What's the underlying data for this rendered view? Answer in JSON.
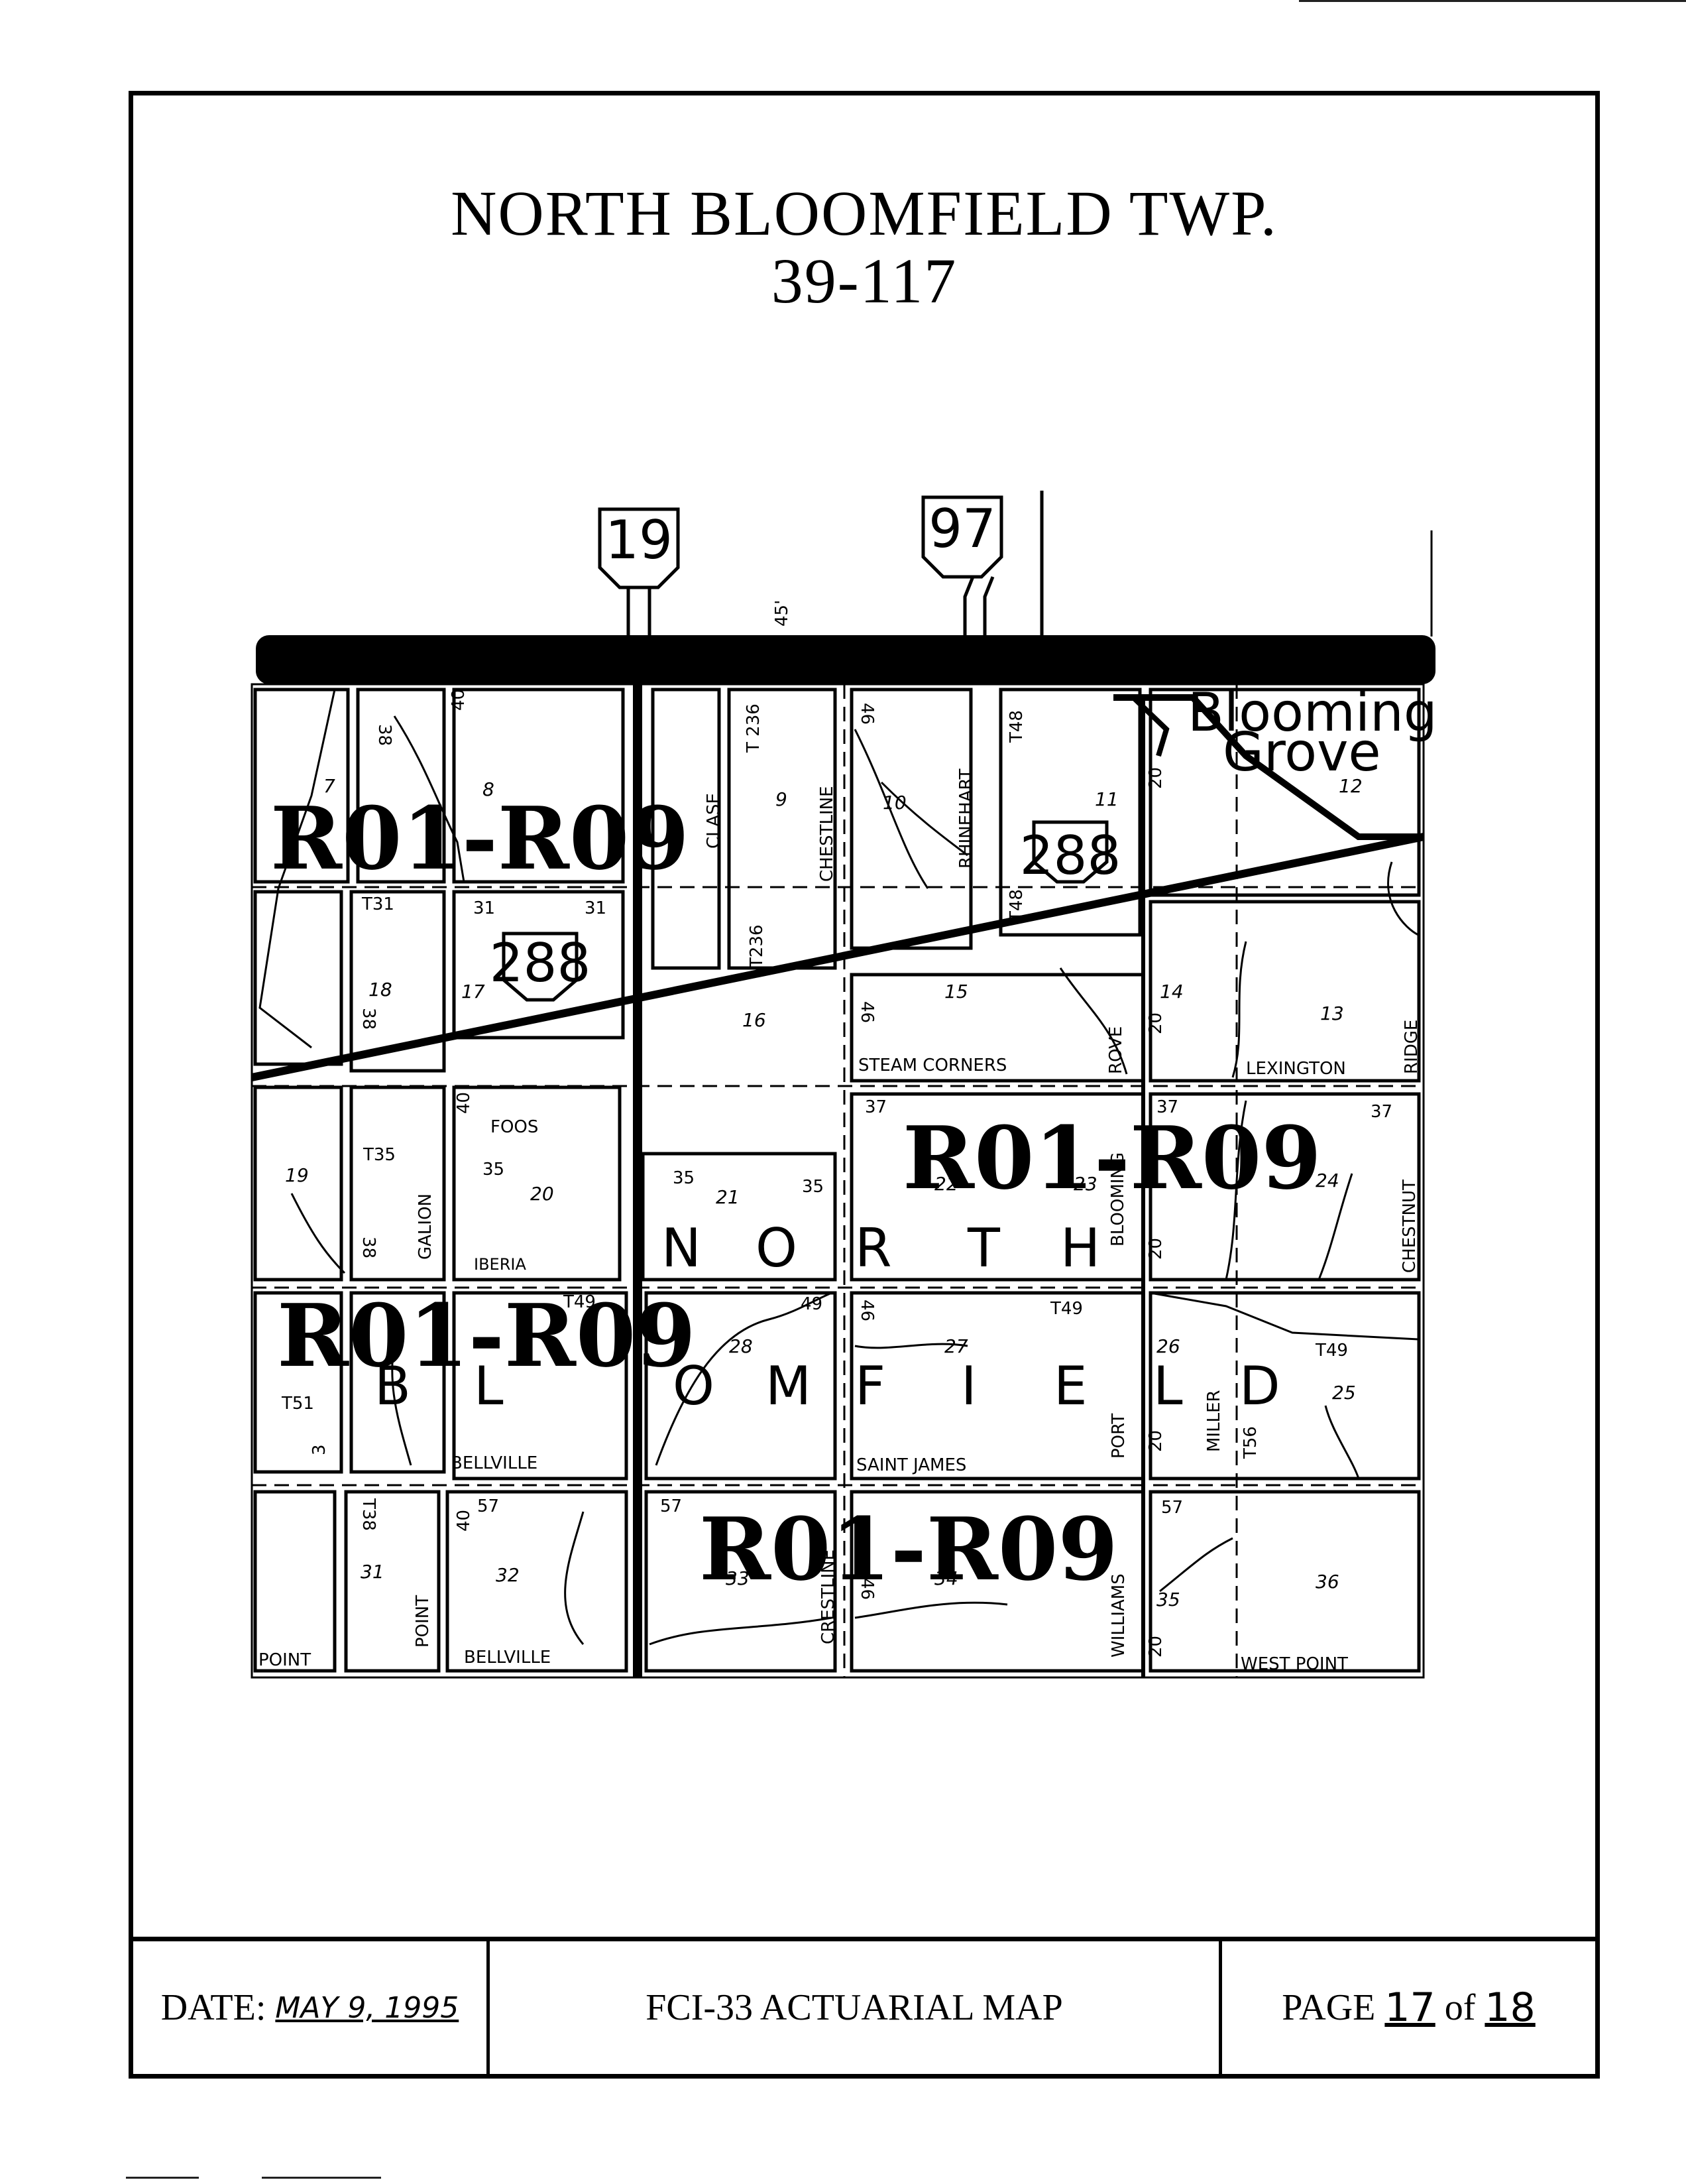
{
  "title": {
    "line1": "NORTH  BLOOMFIELD  TWP.",
    "line2": "39-117"
  },
  "footer": {
    "date_label": "DATE:",
    "date_value": "MAY 9, 1995",
    "map_name": "FCI-33 ACTUARIAL  MAP",
    "page_label": "PAGE",
    "page_number": "17",
    "page_of": "of",
    "page_total": "18"
  },
  "map": {
    "route_shields": [
      "19",
      "97",
      "288",
      "288"
    ],
    "top_tick": "45'",
    "place_name_1": "Blooming",
    "place_name_2": "Grove",
    "zone_stamps": [
      "R01-R09",
      "R01-R09",
      "R01-R09",
      "R01-R09"
    ],
    "township_letters_row1": [
      "N",
      "O",
      "R",
      "T",
      "H"
    ],
    "township_letters_row2": [
      "B",
      "L",
      "O",
      "M",
      "F",
      "I",
      "E",
      "L",
      "D"
    ],
    "section_numbers": [
      "7",
      "8",
      "9",
      "10",
      "11",
      "12",
      "18",
      "17",
      "16",
      "15",
      "14",
      "13",
      "19",
      "20",
      "21",
      "22",
      "23",
      "24",
      "27",
      "28",
      "26",
      "25",
      "31",
      "32",
      "33",
      "34",
      "35",
      "36"
    ],
    "road_labels_horizontal": [
      "STEAM CORNERS",
      "LEXINGTON",
      "FOOS",
      "IBERIA",
      "BELLVILLE",
      "SAINT JAMES",
      "BELLVILLE",
      "POINT",
      "WEST POINT"
    ],
    "road_labels_vertical": [
      "CLASE",
      "CHESTLINE",
      "RHINEHART",
      "ROVE",
      "RIDGE",
      "GALION",
      "CHESTNUT",
      "BLOOMING",
      "PORT",
      "MILLER",
      "WILLIAMS",
      "POINT",
      "CRESTLINE"
    ],
    "route_numbers": [
      "38",
      "40",
      "T 236",
      "46",
      "T48",
      "T48",
      "T236",
      "20",
      "T31",
      "31",
      "31",
      "38",
      "46",
      "20",
      "37",
      "37",
      "37",
      "40",
      "T35",
      "35",
      "35",
      "35",
      "38",
      "20",
      "T49",
      "49",
      "46",
      "T49",
      "T49",
      "T51",
      "3",
      "20",
      "T56",
      "T38",
      "40",
      "57",
      "57",
      "46",
      "20",
      "57"
    ]
  }
}
